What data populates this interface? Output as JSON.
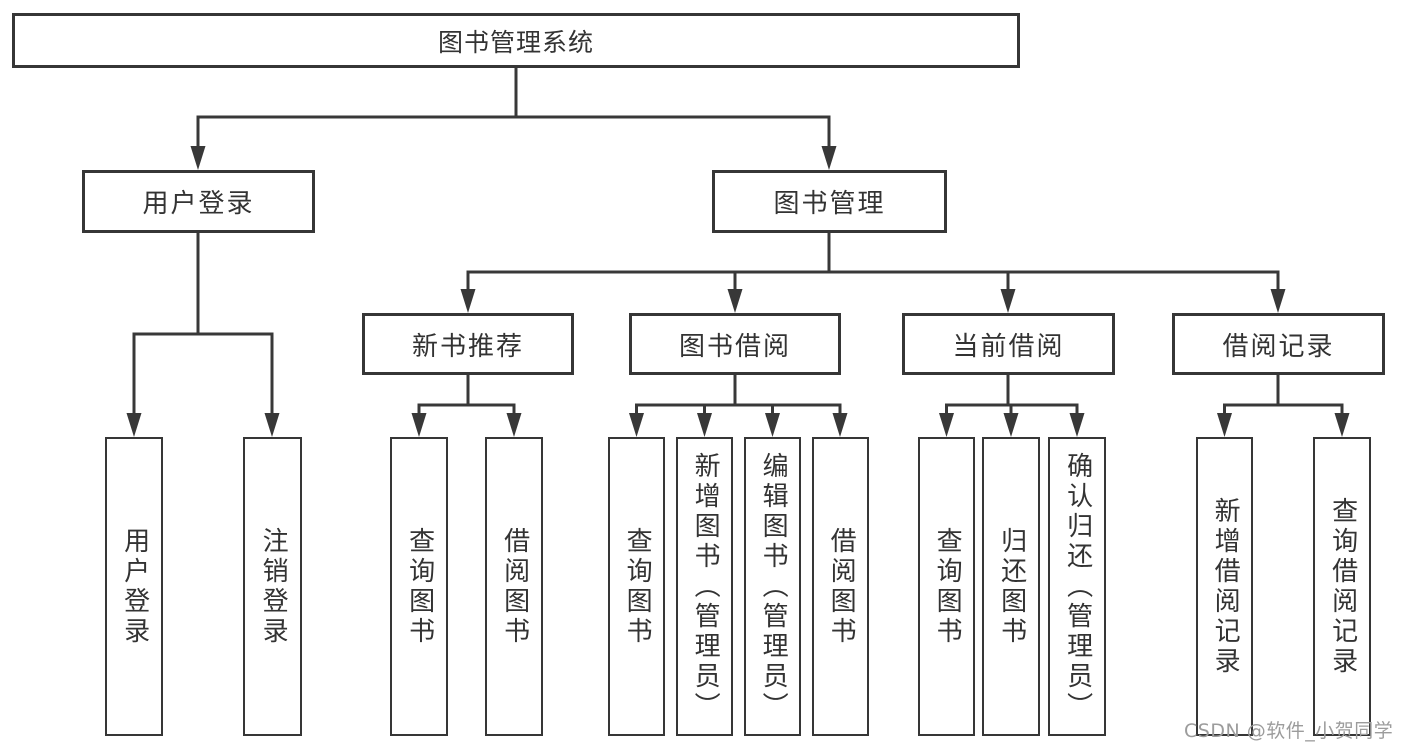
{
  "colors": {
    "line": "#383838",
    "box_border": "#363636",
    "text": "#333333",
    "watermark": "#9c9c9c",
    "background": "#ffffff"
  },
  "tree": {
    "root": {
      "label": "图书管理系统",
      "children": [
        {
          "label": "用户登录",
          "children": [
            {
              "label": "用户登录"
            },
            {
              "label": "注销登录"
            }
          ]
        },
        {
          "label": "图书管理",
          "children": [
            {
              "label": "新书推荐",
              "children": [
                {
                  "label": "查询图书"
                },
                {
                  "label": "借阅图书"
                }
              ]
            },
            {
              "label": "图书借阅",
              "children": [
                {
                  "label": "查询图书"
                },
                {
                  "label": "新增图书（管理员）"
                },
                {
                  "label": "编辑图书（管理员）"
                },
                {
                  "label": "借阅图书"
                }
              ]
            },
            {
              "label": "当前借阅",
              "children": [
                {
                  "label": "查询图书"
                },
                {
                  "label": "归还图书"
                },
                {
                  "label": "确认归还（管理员）"
                }
              ]
            },
            {
              "label": "借阅记录",
              "children": [
                {
                  "label": "新增借阅记录"
                },
                {
                  "label": "查询借阅记录"
                }
              ]
            }
          ]
        }
      ]
    }
  },
  "watermark": {
    "text": "CSDN @软件_小贺同学"
  }
}
